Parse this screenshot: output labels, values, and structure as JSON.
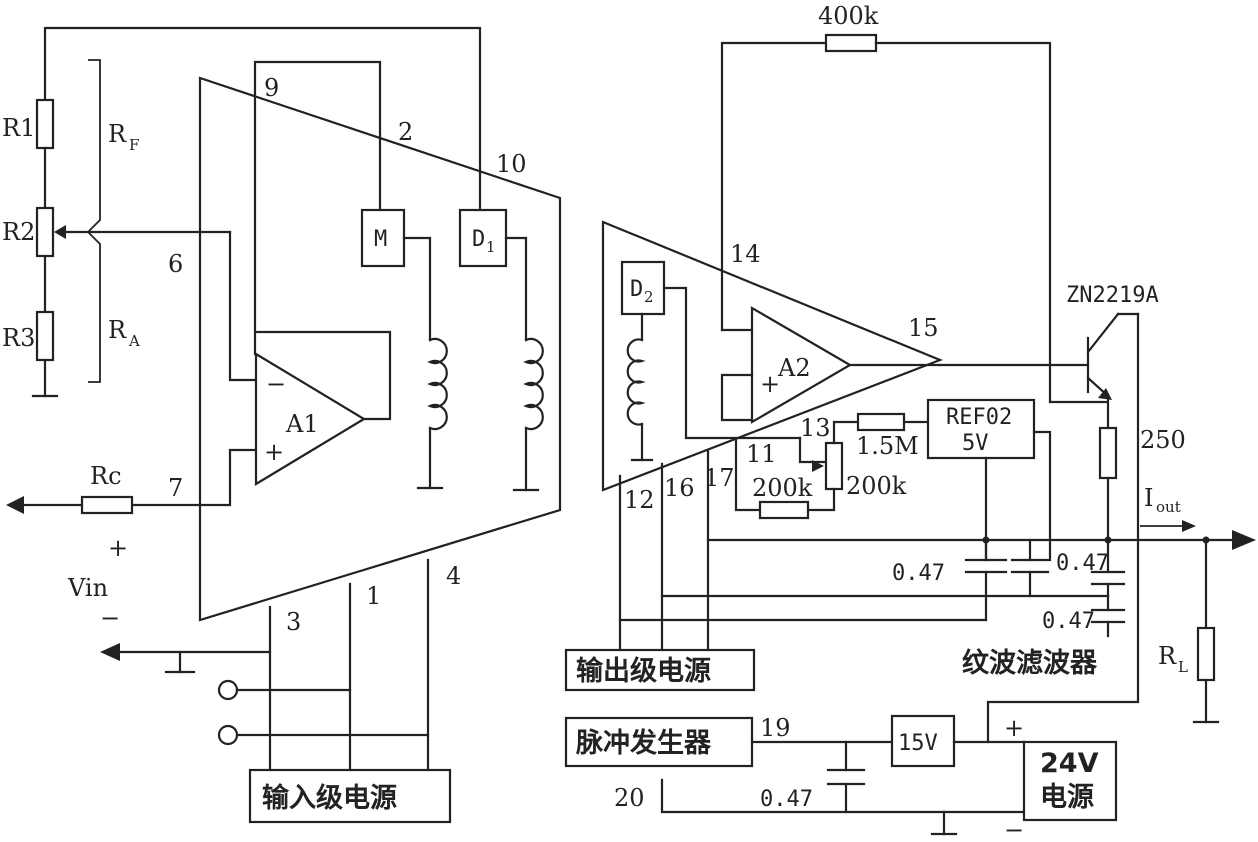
{
  "labels": {
    "r1": "R1",
    "r2": "R2",
    "r3": "R3",
    "rf": "R",
    "rf_sub": "F",
    "ra": "R",
    "ra_sub": "A",
    "rc": "Rc",
    "vin": "Vin",
    "vin_plus": "+",
    "vin_minus": "−",
    "pin1": "1",
    "pin2": "2",
    "pin3": "3",
    "pin4": "4",
    "pin6": "6",
    "pin7": "7",
    "pin9": "9",
    "pin10": "10",
    "pin11": "11",
    "pin12": "12",
    "pin13": "13",
    "pin14": "14",
    "pin15": "15",
    "pin16": "16",
    "pin17": "17",
    "pin19": "19",
    "pin20": "20",
    "m": "M",
    "d1": "D",
    "d1_sub": "1",
    "d2": "D",
    "d2_sub": "2",
    "a1": "A1",
    "a2": "A2",
    "opamp_minus": "−",
    "opamp_plus": "+",
    "r400k": "400k",
    "r1_5m": "1.5M",
    "r200k_a": "200k",
    "r200k_b": "200k",
    "r250": "250",
    "ref02_line1": "REF02",
    "ref02_line2": "5V",
    "transistor": "ZN2219A",
    "iout": "I",
    "iout_sub": "out",
    "c047_a": "0.47",
    "c047_b": "0.47",
    "c047_c": "0.47",
    "c047_d": "0.47",
    "rl": "R",
    "rl_sub": "L",
    "reg15v": "15V",
    "psu24v_line1": "24V",
    "psu24v_line2": "电源",
    "psu_plus": "+",
    "psu_minus": "−",
    "input_stage_power": "输入级电源",
    "output_stage_power": "输出级电源",
    "ripple_filter": "纹波滤波器",
    "pulse_generator": "脉冲发生器"
  }
}
